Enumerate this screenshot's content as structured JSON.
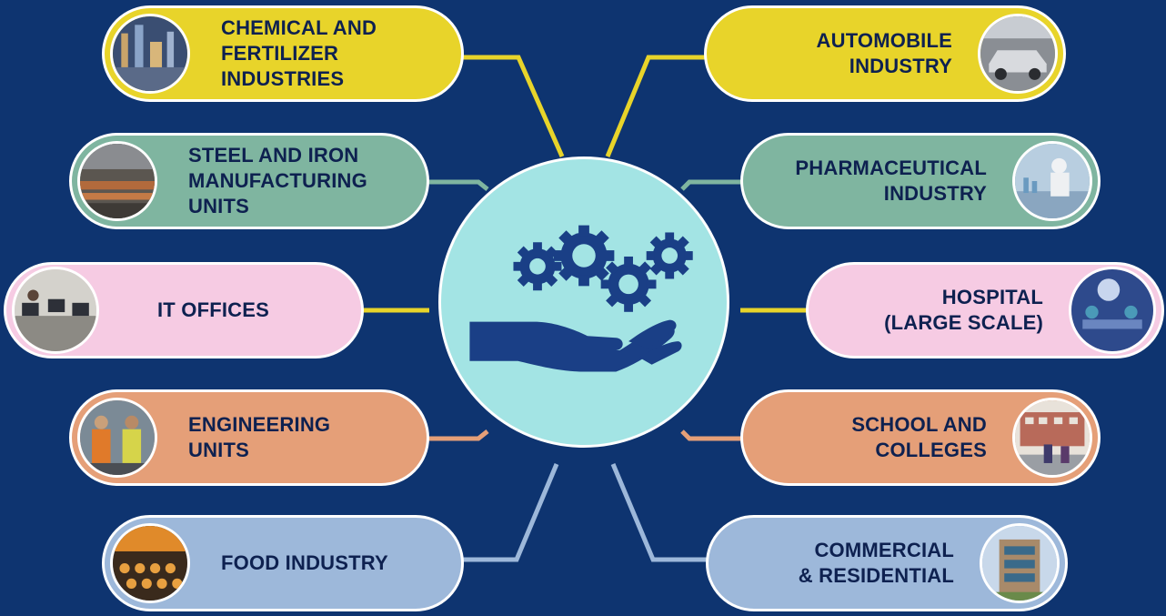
{
  "colors": {
    "background": "#0e3470",
    "hub": "#a3e4e4",
    "yellow": "#e8d42a",
    "teal": "#7fb5a0",
    "pink": "#f6cbe3",
    "orange": "#e59f78",
    "blue": "#9db8da",
    "text": "#0e2150"
  },
  "hub": {
    "icon": "hand-with-gears-icon"
  },
  "items": {
    "chemical": {
      "lines": [
        "CHEMICAL AND",
        "FERTILIZER",
        "INDUSTRIES"
      ],
      "image": "chemical-plant-photo",
      "color": "yellow"
    },
    "steel": {
      "lines": [
        "STEEL AND IRON",
        "MANUFACTURING",
        "UNITS"
      ],
      "image": "steel-factory-photo",
      "color": "teal"
    },
    "it": {
      "lines": [
        "IT OFFICES"
      ],
      "image": "office-photo",
      "color": "pink"
    },
    "engineering": {
      "lines": [
        "ENGINEERING",
        "UNITS"
      ],
      "image": "engineers-photo",
      "color": "orange"
    },
    "food": {
      "lines": [
        "FOOD INDUSTRY"
      ],
      "image": "food-conveyor-photo",
      "color": "blue"
    },
    "automobile": {
      "lines": [
        "AUTOMOBILE",
        "INDUSTRY"
      ],
      "image": "car-assembly-photo",
      "color": "yellow"
    },
    "pharma": {
      "lines": [
        "PHARMACEUTICAL",
        "INDUSTRY"
      ],
      "image": "lab-photo",
      "color": "teal"
    },
    "hospital": {
      "lines": [
        "HOSPITAL",
        "(LARGE SCALE)"
      ],
      "image": "operating-room-photo",
      "color": "pink"
    },
    "school": {
      "lines": [
        "SCHOOL AND",
        "COLLEGES"
      ],
      "image": "school-photo",
      "color": "orange"
    },
    "commercial": {
      "lines": [
        "COMMERCIAL",
        "& RESIDENTIAL"
      ],
      "image": "building-photo",
      "color": "blue"
    }
  }
}
